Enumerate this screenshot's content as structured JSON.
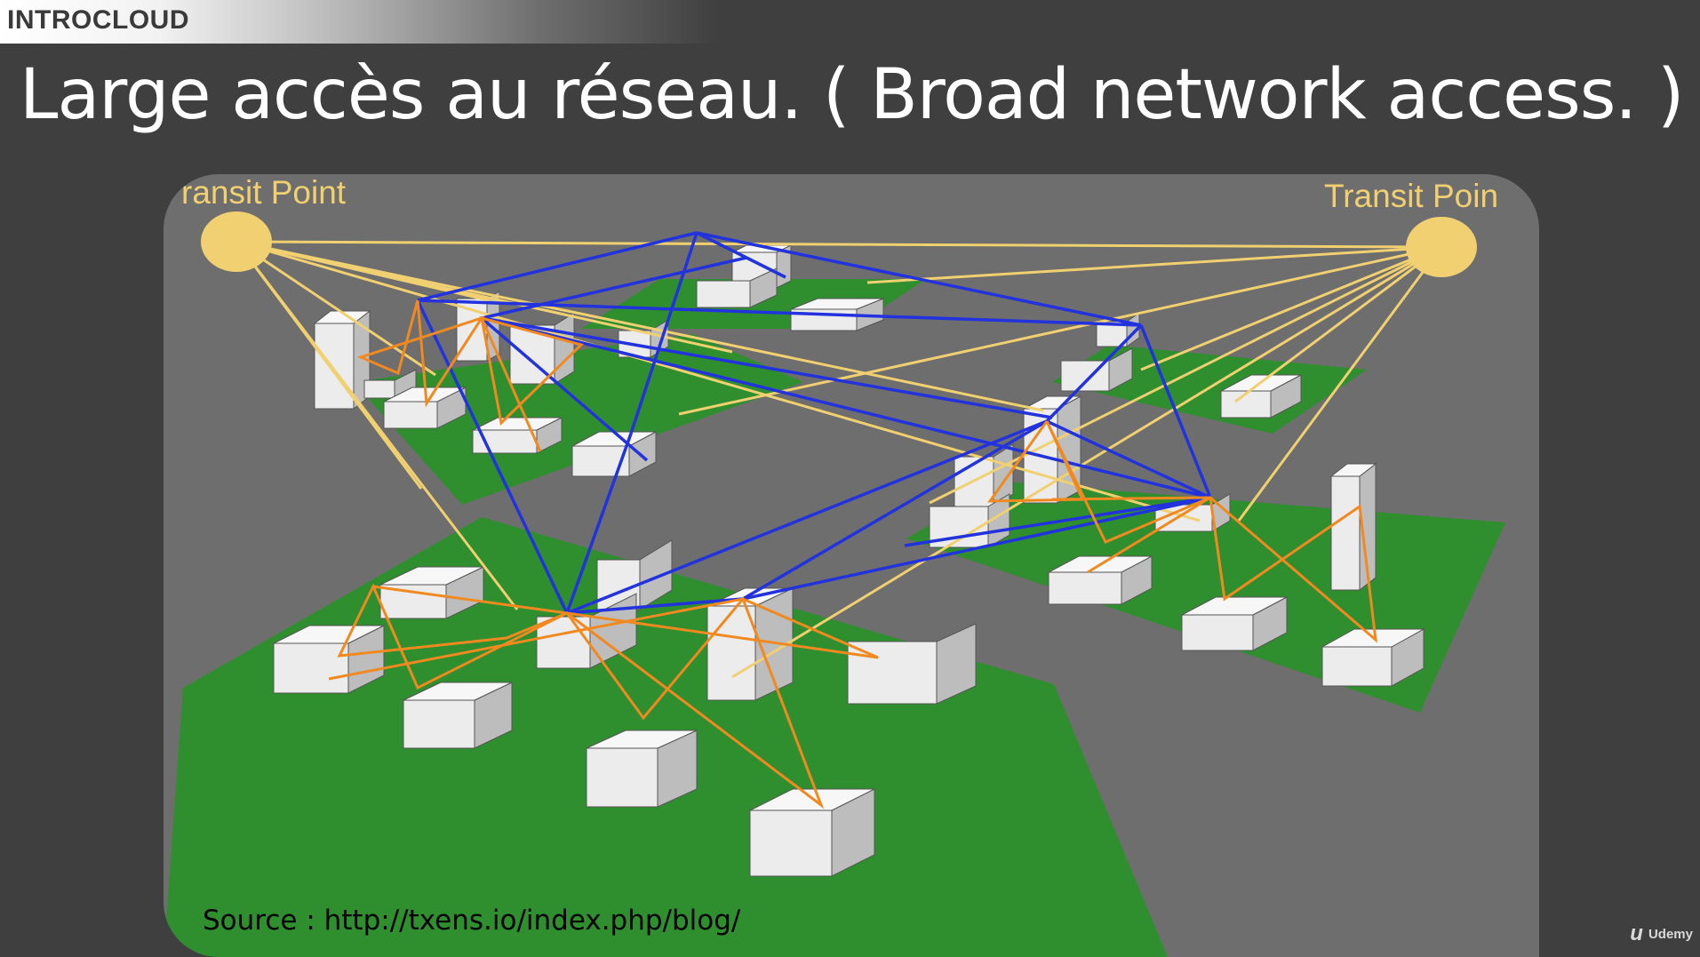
{
  "brand": {
    "name": "INTROCLOUD"
  },
  "slide": {
    "title": "Large accès au réseau. ( Broad network access. )"
  },
  "diagram": {
    "transit_left": "ransit Point",
    "transit_right": "Transit Poin",
    "source": "Source : http://txens.io/index.php/blog/"
  },
  "watermark": {
    "label": "Udemy",
    "icon": "udemy-logo-icon"
  },
  "colors": {
    "background": "#3f3f3f",
    "panel": "#6e6e6e",
    "grass": "#2f8f2f",
    "building": "#e9e9e9",
    "transit": "#f0d070",
    "backbone": "#2233dd",
    "local_link": "#f08a20"
  }
}
